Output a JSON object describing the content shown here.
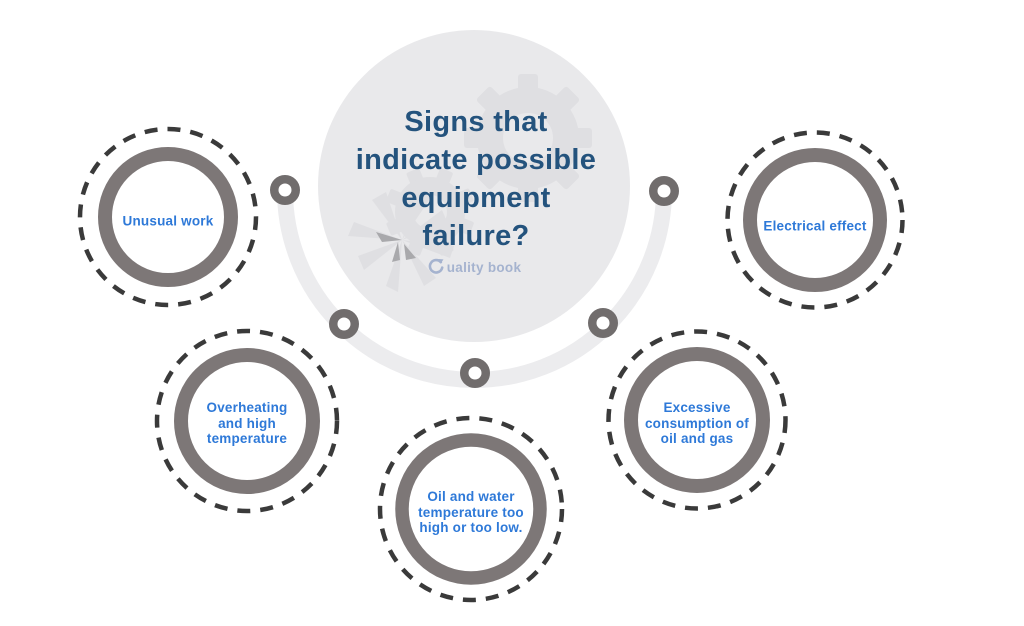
{
  "title": {
    "full_text": "Signs that indicate possible equipment failure?",
    "lines": [
      "Signs that",
      "indicate possible",
      "equipment",
      "failure?"
    ]
  },
  "logo": {
    "icon": "quality-q-swirl-icon",
    "text": "uality book"
  },
  "nodes": [
    {
      "id": "unusual-work",
      "label": "Unusual work",
      "lines": [
        "Unusual work"
      ]
    },
    {
      "id": "overheating-high-temperature",
      "label": "Overheating and high temperature",
      "lines": [
        "Overheating",
        "and high",
        "temperature"
      ]
    },
    {
      "id": "oil-water-temperature",
      "label": "Oil and water temperature too high or too low.",
      "lines": [
        "Oil and water",
        "temperature too",
        "high or too low."
      ]
    },
    {
      "id": "excessive-consumption",
      "label": "Excessive consumption of oil and gas",
      "lines": [
        "Excessive",
        "consumption of",
        "oil and gas"
      ]
    },
    {
      "id": "electrical-effect",
      "label": "Electrical effect",
      "lines": [
        "Electrical effect"
      ]
    }
  ],
  "colors": {
    "background": "#ffffff",
    "hub_fill": "#e9e9eb",
    "watermark": "#dfdfe2",
    "watermark_dark": "#a9a9ac",
    "title_text": "#24537d",
    "node_label": "#2e79d8",
    "ring_gray": "#7d7777",
    "dash_dark": "#3a3a3a",
    "dot_ring": "#716d6d",
    "arc_light": "#ececee",
    "logo_text": "#a5b3cf"
  }
}
